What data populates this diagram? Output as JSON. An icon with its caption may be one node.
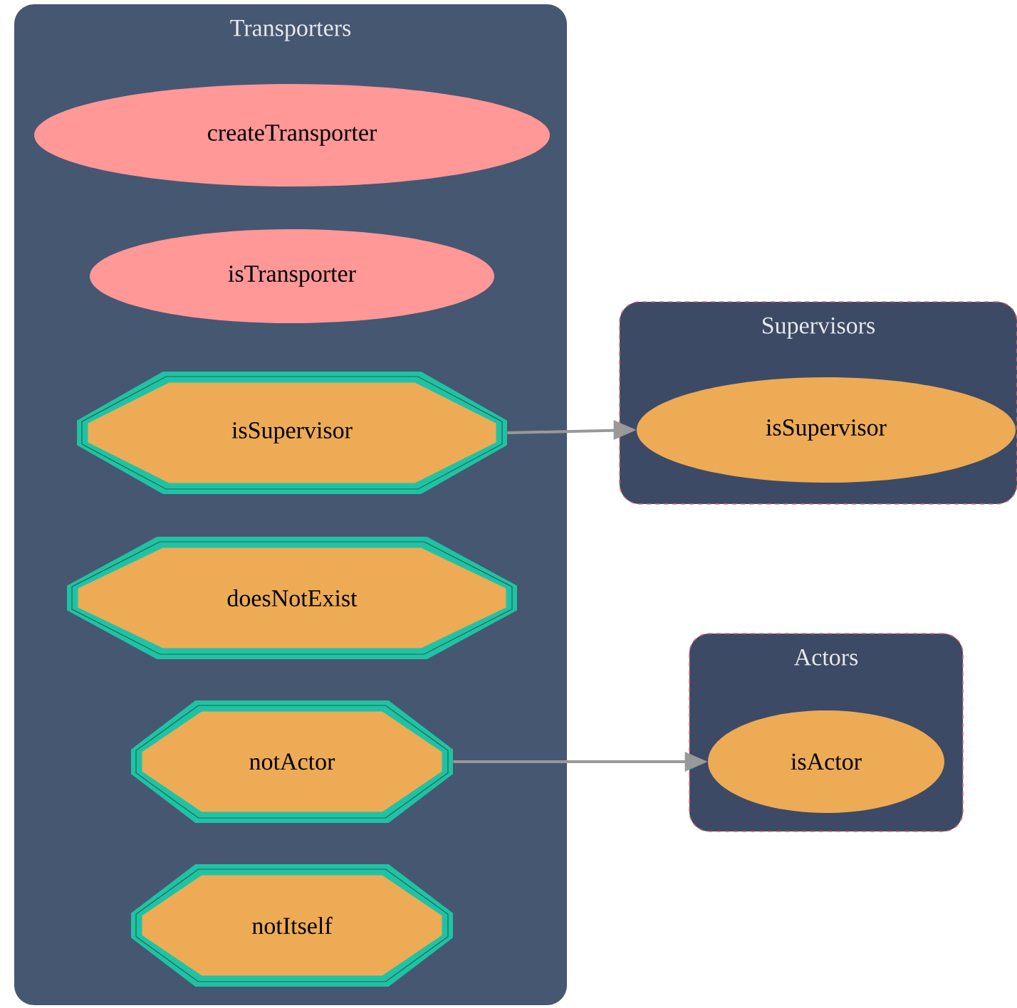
{
  "diagram": {
    "nodes": [
      {
        "text": [
          "Transporters"
        ]
      },
      {
        "text": [
          "createTransporter"
        ],
        "in": 0
      },
      {
        "text": [
          "isTransporter"
        ],
        "in": 0
      },
      {
        "text": [
          "isSupervisor"
        ],
        "in": 0
      },
      {
        "text": [
          "doesNotExist"
        ],
        "in": 0
      },
      {
        "text": [
          "notActor"
        ],
        "in": 0
      },
      {
        "text": [
          "notItself"
        ],
        "in": 0
      },
      {
        "text": [
          "Supervisors"
        ]
      },
      {
        "text": [
          "isSupervisor"
        ],
        "in": 7
      },
      {
        "text": [
          "Actors"
        ]
      },
      {
        "text": [
          "isActor"
        ],
        "in": 9
      }
    ],
    "edges": [
      {
        "from": 3,
        "to": 8,
        "arrow": "to"
      },
      {
        "from": 5,
        "to": 10,
        "arrow": "to"
      }
    ]
  }
}
